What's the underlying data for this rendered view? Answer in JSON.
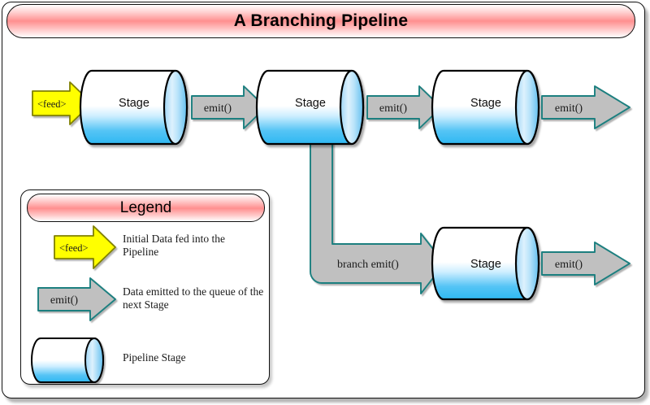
{
  "diagram": {
    "title": "A Branching Pipeline",
    "colors": {
      "banner_pink": "#ff8f8f",
      "feed_fill": "#ffff00",
      "feed_stroke": "#808000",
      "emit_fill": "#c0c0c0",
      "emit_stroke": "#1b7f7f",
      "cylinder_top": "#ffffff",
      "cylinder_bottom": "#2fb8f2",
      "cylinder_stroke": "#000000",
      "frame_stroke": "#111111"
    },
    "feed_label": "<feed>",
    "emit_label": "emit()",
    "branch_label": "branch emit()",
    "stage_label": "Stage",
    "stages": [
      {
        "id": "stage-1",
        "label": "Stage"
      },
      {
        "id": "stage-2",
        "label": "Stage"
      },
      {
        "id": "stage-3",
        "label": "Stage"
      },
      {
        "id": "stage-4",
        "label": "Stage"
      }
    ],
    "arrows": [
      {
        "id": "feed-arrow",
        "label": "<feed>",
        "kind": "feed"
      },
      {
        "id": "emit-arrow-1",
        "label": "emit()",
        "kind": "emit"
      },
      {
        "id": "emit-arrow-2",
        "label": "emit()",
        "kind": "emit"
      },
      {
        "id": "emit-arrow-3",
        "label": "emit()",
        "kind": "emit"
      },
      {
        "id": "branch-arrow",
        "label": "branch emit()",
        "kind": "branch"
      },
      {
        "id": "emit-arrow-4",
        "label": "emit()",
        "kind": "emit"
      }
    ]
  },
  "legend": {
    "title": "Legend",
    "items": [
      {
        "symbol": "feed-arrow",
        "symbol_label": "<feed>",
        "description": "Initial Data fed into the Pipeline"
      },
      {
        "symbol": "emit-arrow",
        "symbol_label": "emit()",
        "description": "Data emitted to the queue of the next Stage"
      },
      {
        "symbol": "cylinder",
        "symbol_label": "",
        "description": "Pipeline Stage"
      }
    ]
  }
}
